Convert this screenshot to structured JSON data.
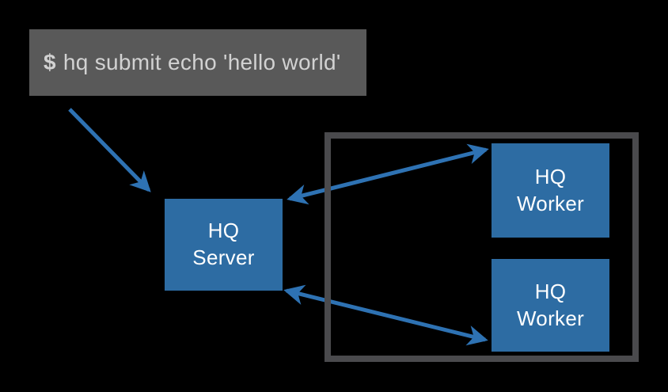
{
  "colors": {
    "background": "#000000",
    "terminal_bg": "#595959",
    "terminal_text": "#d2d2d2",
    "box_blue": "#2d6ca3",
    "box_text": "#ffffff",
    "arrow_blue": "#2e72b3",
    "cluster_border": "#4a4a4d"
  },
  "terminal": {
    "prompt": "$",
    "command": "hq submit echo 'hello world'"
  },
  "nodes": {
    "server": {
      "label": "HQ\nServer"
    },
    "workers": [
      {
        "label": "HQ\nWorker"
      },
      {
        "label": "HQ\nWorker"
      }
    ]
  },
  "connections": [
    {
      "from": "terminal-command",
      "to": "hq-server",
      "direction": "one-way"
    },
    {
      "from": "hq-server",
      "to": "hq-worker-1",
      "direction": "two-way"
    },
    {
      "from": "hq-server",
      "to": "hq-worker-2",
      "direction": "two-way"
    }
  ]
}
